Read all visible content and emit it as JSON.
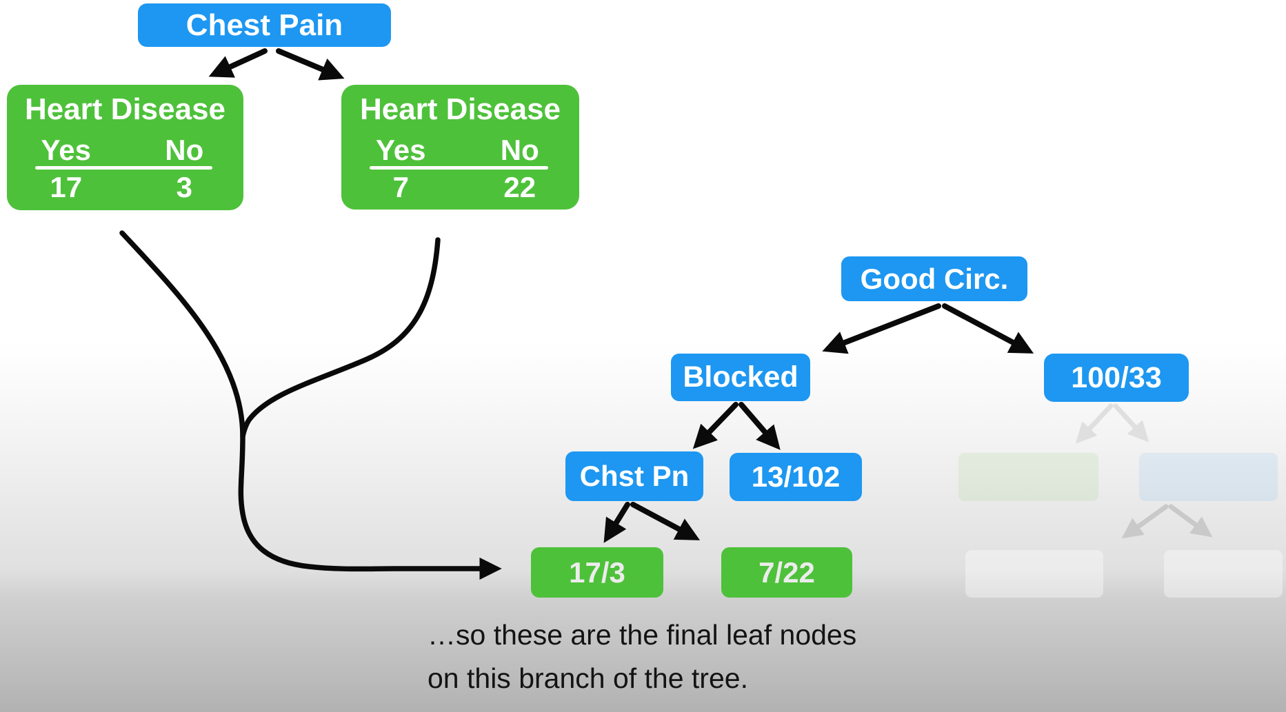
{
  "diagram": {
    "root_node": {
      "label": "Chest Pain"
    },
    "tables": [
      {
        "title": "Heart Disease",
        "col_yes": "Yes",
        "col_no": "No",
        "val_yes": "17",
        "val_no": "3"
      },
      {
        "title": "Heart Disease",
        "col_yes": "Yes",
        "col_no": "No",
        "val_yes": "7",
        "val_no": "22"
      }
    ],
    "subtree": {
      "root_label": "Good Circ.",
      "left_child_label": "Blocked",
      "right_child_label": "100/33",
      "blocked_left_label": "Chst Pn",
      "blocked_right_label": "13/102",
      "leaf_left_label": "17/3",
      "leaf_right_label": "7/22"
    },
    "caption": {
      "line1": "…so these are the final leaf nodes",
      "line2": "on this branch of the tree."
    },
    "colors": {
      "node_blue": "#1d97f1",
      "node_green": "#4ec13a",
      "arrow_black": "#0a0a0a",
      "ghost_arrow_light": "#dfdfdf",
      "ghost_arrow_dark": "#c9c9c9",
      "caption_text": "#131313"
    }
  }
}
